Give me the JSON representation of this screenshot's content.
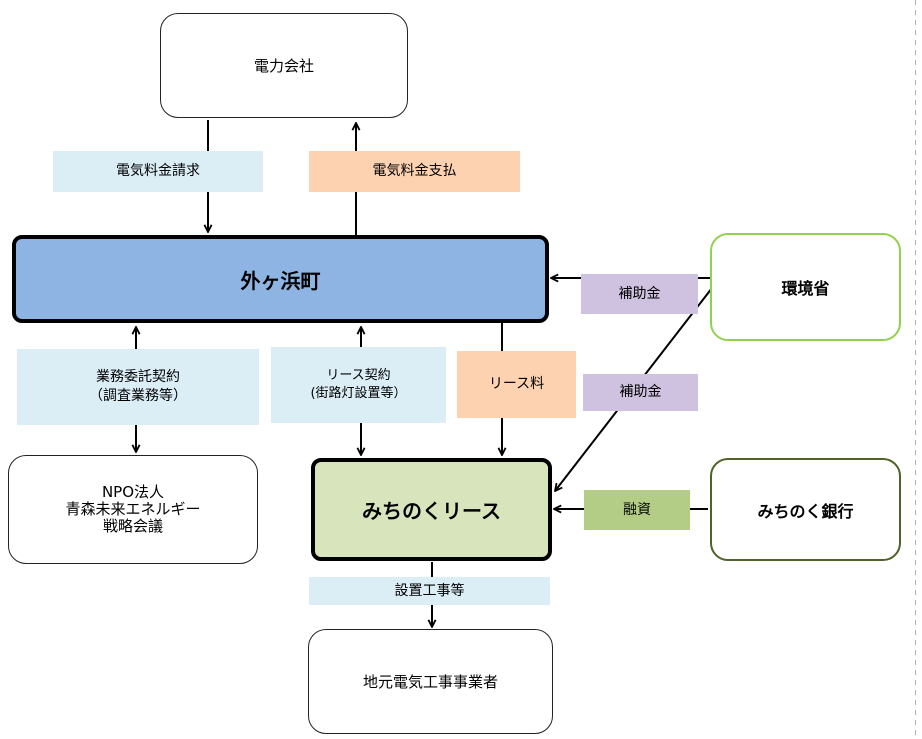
{
  "nodes": {
    "power_company": "電力会社",
    "town": "外ヶ浜町",
    "ministry": "環境省",
    "npo_line1": "NPO法人",
    "npo_line2": "青森未来エネルギー",
    "npo_line3": "戦略会議",
    "lease_company": "みちのくリース",
    "bank": "みちのく銀行",
    "contractor": "地元電気工事事業者"
  },
  "edges": {
    "billing": "電気料金請求",
    "payment": "電気料金支払",
    "subsidy_to_town": "補助金",
    "subsidy_to_lease": "補助金",
    "consign_line1": "業務委託契約",
    "consign_line2": "（調査業務等）",
    "lease_contract_line1": "リース契約",
    "lease_contract_line2": "(街路灯設置等）",
    "lease_fee": "リース料",
    "financing": "融資",
    "installation": "設置工事等"
  },
  "colors": {
    "town_fill": "#8db4e2",
    "lease_fill": "#d8e4bc",
    "ministry_border": "#92d050",
    "bank_border": "#4f6228",
    "label_blue": "#dbeef6",
    "label_orange": "#fcd2b0",
    "label_purple": "#cfc2e0",
    "label_green": "#b4cd86"
  }
}
